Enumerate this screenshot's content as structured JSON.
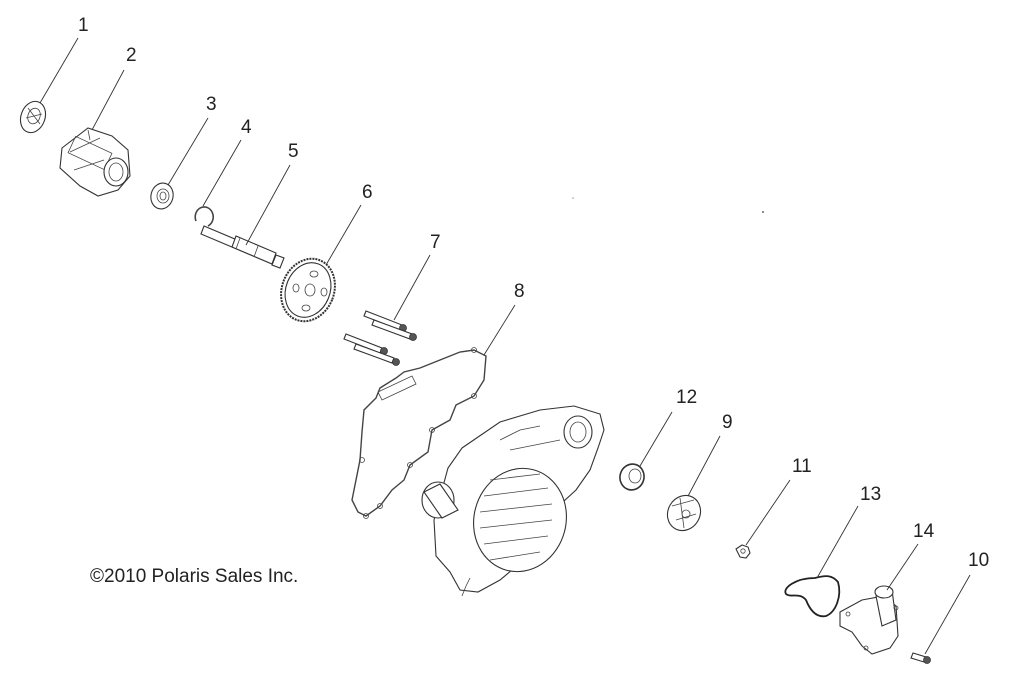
{
  "diagram": {
    "title": "Water Pump / Oil Pump Exploded Parts Diagram",
    "copyright": "©2010 Polaris Sales Inc.",
    "callouts": [
      {
        "id": "1",
        "label": "1"
      },
      {
        "id": "2",
        "label": "2"
      },
      {
        "id": "3",
        "label": "3"
      },
      {
        "id": "4",
        "label": "4"
      },
      {
        "id": "5",
        "label": "5"
      },
      {
        "id": "6",
        "label": "6"
      },
      {
        "id": "7",
        "label": "7"
      },
      {
        "id": "8",
        "label": "8"
      },
      {
        "id": "12",
        "label": "12"
      },
      {
        "id": "9",
        "label": "9"
      },
      {
        "id": "11",
        "label": "11"
      },
      {
        "id": "13",
        "label": "13"
      },
      {
        "id": "14",
        "label": "14"
      },
      {
        "id": "10",
        "label": "10"
      }
    ],
    "parts": [
      {
        "callout": "1",
        "name": "rotor"
      },
      {
        "callout": "2",
        "name": "pump-housing"
      },
      {
        "callout": "3",
        "name": "bearing"
      },
      {
        "callout": "4",
        "name": "snap-ring"
      },
      {
        "callout": "5",
        "name": "shaft"
      },
      {
        "callout": "6",
        "name": "gear"
      },
      {
        "callout": "7",
        "name": "bolts"
      },
      {
        "callout": "8",
        "name": "gasket"
      },
      {
        "callout": "12",
        "name": "seal"
      },
      {
        "callout": "9",
        "name": "impeller"
      },
      {
        "callout": "11",
        "name": "nut"
      },
      {
        "callout": "13",
        "name": "o-ring"
      },
      {
        "callout": "14",
        "name": "water-pump-cover"
      },
      {
        "callout": "10",
        "name": "bolt"
      }
    ]
  }
}
